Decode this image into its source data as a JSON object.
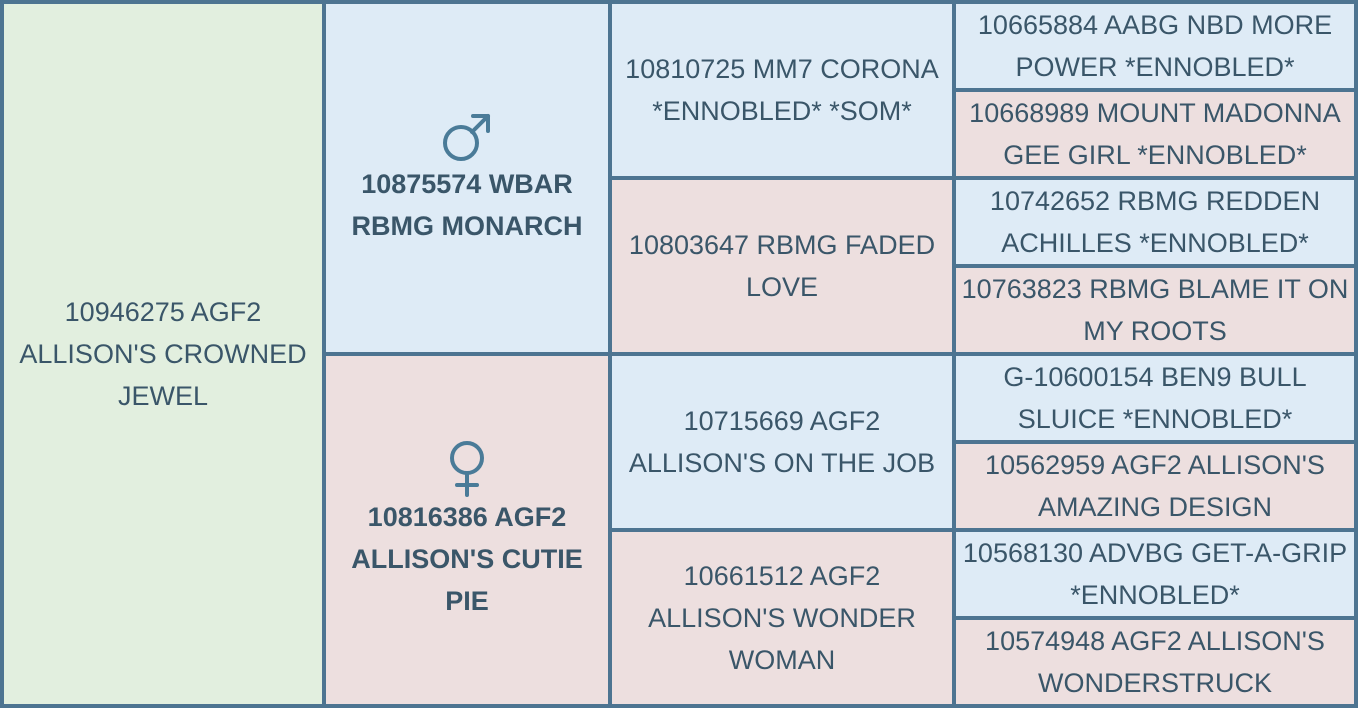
{
  "pedigree": {
    "self": "10946275 AGF2 ALLISON'S CROWNED JEWEL",
    "sire": {
      "name": "10875574 WBAR RBMG MONARCH",
      "icon": "male-symbol-icon",
      "sire": {
        "name": "10810725 MM7 CORONA *ENNOBLED* *SOM*",
        "sire": "10665884 AABG NBD MORE POWER *ENNOBLED*",
        "dam": "10668989 MOUNT MADONNA GEE GIRL *ENNOBLED*"
      },
      "dam": {
        "name": "10803647 RBMG FADED LOVE",
        "sire": "10742652 RBMG REDDEN ACHILLES *ENNOBLED*",
        "dam": "10763823 RBMG BLAME IT ON MY ROOTS"
      }
    },
    "dam": {
      "name": "10816386 AGF2 ALLISON'S CUTIE PIE",
      "icon": "female-symbol-icon",
      "sire": {
        "name": "10715669 AGF2 ALLISON'S ON THE JOB",
        "sire": "G-10600154 BEN9 BULL SLUICE *ENNOBLED*",
        "dam": "10562959 AGF2 ALLISON'S AMAZING DESIGN"
      },
      "dam": {
        "name": "10661512 AGF2 ALLISON'S WONDER WOMAN",
        "sire": "10568130 ADVBG GET-A-GRIP *ENNOBLED*",
        "dam": "10574948 AGF2 ALLISON'S WONDERSTRUCK"
      }
    }
  },
  "colors": {
    "border": "#4d7491",
    "self_background": "#e2efdf",
    "male_background": "#deebf6",
    "female_background": "#eddfdf",
    "text": "#3a5669",
    "icon": "#4a7b98"
  }
}
